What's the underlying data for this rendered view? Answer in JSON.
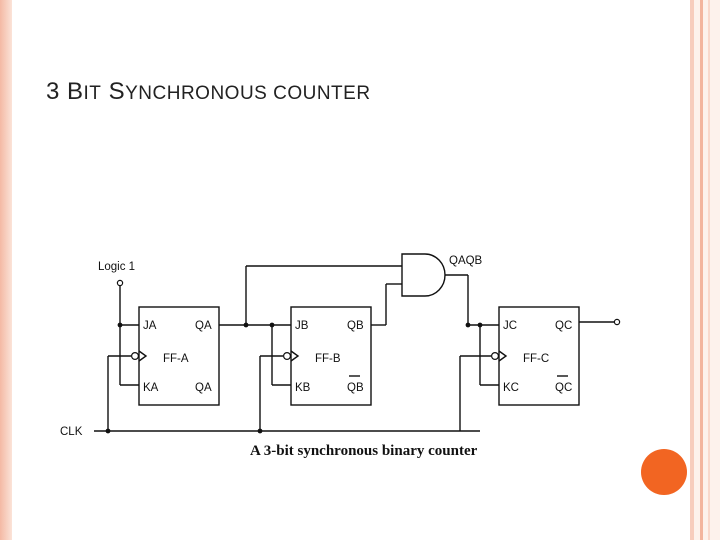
{
  "slide": {
    "title_parts": [
      "3 B",
      "IT",
      " S",
      "YNCHRONOUS COUNTER"
    ]
  },
  "circuit": {
    "logic_label": "Logic 1",
    "clk_label": "CLK",
    "and_output_label": "QAQB",
    "caption": "A 3-bit synchronous binary counter",
    "flip_flops": [
      {
        "name": "FF-A",
        "j": "JA",
        "k": "KA",
        "q": "QA",
        "qbar": "QA"
      },
      {
        "name": "FF-B",
        "j": "JB",
        "k": "KB",
        "q": "QB",
        "qbar": "QB"
      },
      {
        "name": "FF-C",
        "j": "JC",
        "k": "KC",
        "q": "QC",
        "qbar": "QC"
      }
    ]
  },
  "colors": {
    "accent_dot": "#f26522",
    "frame": "#f4b9a4"
  }
}
